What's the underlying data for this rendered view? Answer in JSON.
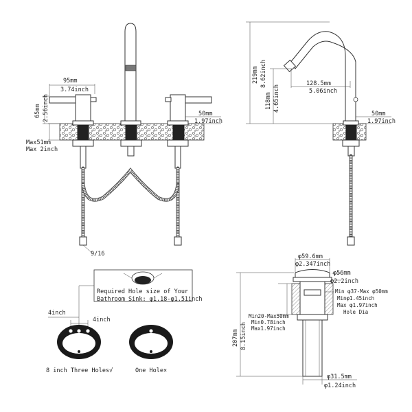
{
  "faucet_front": {
    "spread": {
      "mm": "95mm",
      "inch": "3.74inch"
    },
    "handle_height": {
      "mm": "65mm",
      "inch": "2.56inch"
    },
    "deck_depth": {
      "mm": "50mm",
      "inch": "1.97inch"
    },
    "max_thickness": {
      "mm": "Max51mm",
      "inch": "Max 2inch"
    },
    "thread": "9/16"
  },
  "faucet_side": {
    "total_height": {
      "mm": "219mm",
      "inch": "8.62inch"
    },
    "spout_height": {
      "mm": "118mm",
      "inch": "4.65inch"
    },
    "reach": {
      "mm": "128.5mm",
      "inch": "5.06inch"
    },
    "deck_depth": {
      "mm": "50mm",
      "inch": "1.97inch"
    }
  },
  "sink": {
    "required_hole_line1": "Required Hole size of Your",
    "required_hole_line2": "Bathroom Sink: φ1.18-φ1.51inch",
    "hole_spacing_left": "4inch",
    "hole_spacing_right": "4inch",
    "three_hole_caption": "8 inch Three Holes√",
    "one_hole_caption": "One Hole×"
  },
  "drain": {
    "cap_diameter": {
      "mm": "φ59.6mm",
      "inch": "φ2.347inch"
    },
    "flange_diameter": {
      "mm": "φ56mm",
      "inch": "φ2.2inch"
    },
    "hole_dia": {
      "line1": "Min φ37-Max φ50mm",
      "line2": "Minφ1.45inch",
      "line3": "Max φ1.97inch",
      "line4": "Hole Dia"
    },
    "thickness": {
      "line1": "Min20-Max50mm",
      "line2": "Min0.78inch",
      "line3": "Max1.97inch"
    },
    "height": {
      "mm": "207mm",
      "inch": "8.15inch"
    },
    "pipe_diameter": {
      "mm": "φ31.5mm",
      "inch": "φ1.24inch"
    }
  }
}
